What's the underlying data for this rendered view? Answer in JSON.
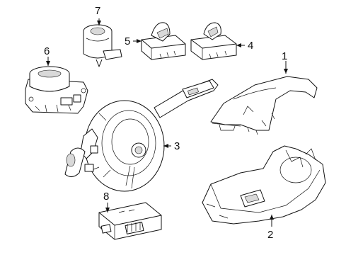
{
  "callouts": [
    {
      "id": "1",
      "text": "1"
    },
    {
      "id": "2",
      "text": "2"
    },
    {
      "id": "3",
      "text": "3"
    },
    {
      "id": "4",
      "text": "4"
    },
    {
      "id": "5",
      "text": "5"
    },
    {
      "id": "6",
      "text": "6"
    },
    {
      "id": "7",
      "text": "7"
    },
    {
      "id": "8",
      "text": "8"
    }
  ]
}
